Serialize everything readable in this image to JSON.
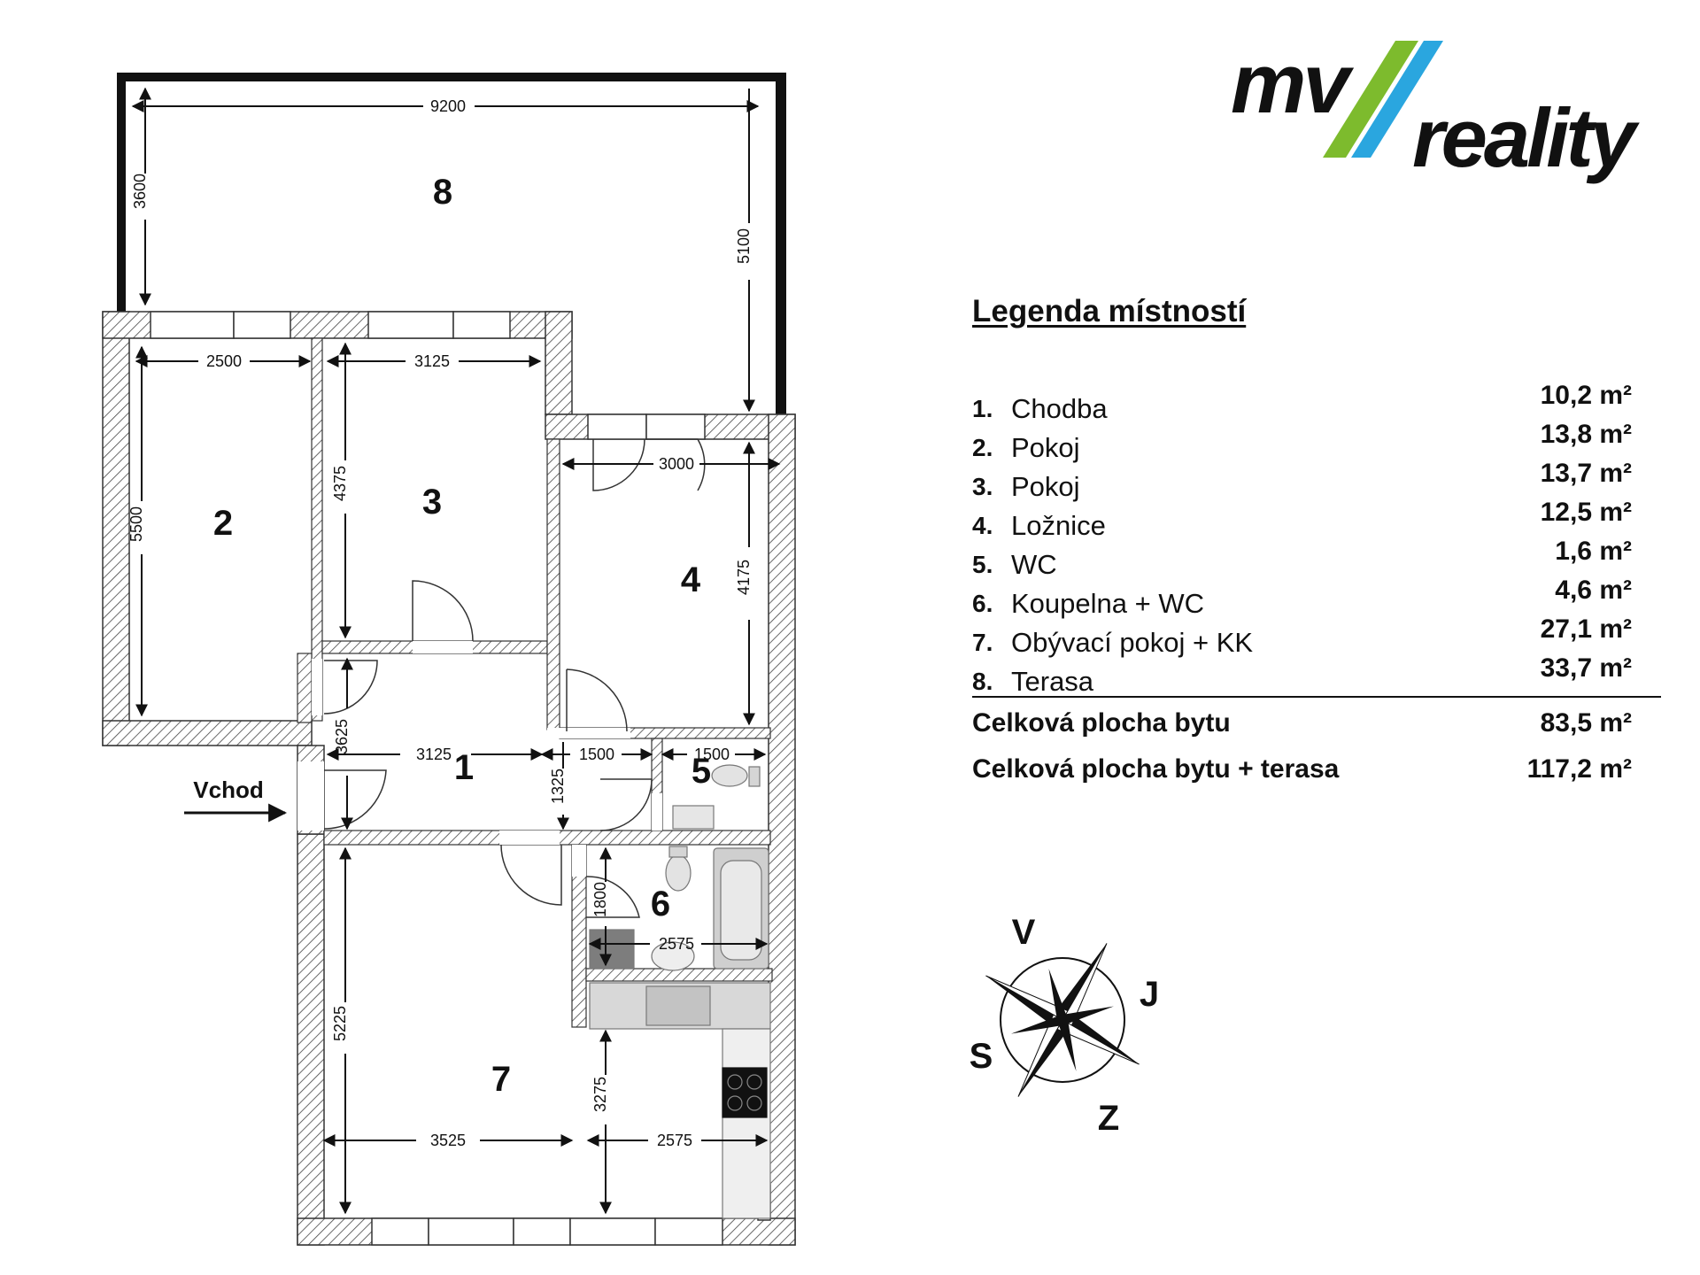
{
  "logo": {
    "brand_left": "mv",
    "brand_right": "reality",
    "stripe_green": "#7dbb2d",
    "stripe_blue": "#2aa6df"
  },
  "legend": {
    "title": "Legenda místností",
    "rooms": [
      {
        "num": "1.",
        "name": "Chodba",
        "area": "10,2 m²"
      },
      {
        "num": "2.",
        "name": "Pokoj",
        "area": "13,8 m²"
      },
      {
        "num": "3.",
        "name": "Pokoj",
        "area": "13,7 m²"
      },
      {
        "num": "4.",
        "name": "Ložnice",
        "area": "12,5 m²"
      },
      {
        "num": "5.",
        "name": "WC",
        "area": "1,6 m²"
      },
      {
        "num": "6.",
        "name": "Koupelna + WC",
        "area": "4,6 m²"
      },
      {
        "num": "7.",
        "name": "Obývací pokoj + KK",
        "area": "27,1 m²"
      },
      {
        "num": "8.",
        "name": "Terasa",
        "area": "33,7 m²"
      }
    ],
    "totals": [
      {
        "label": "Celková plocha bytu",
        "area": "83,5 m²"
      },
      {
        "label": "Celková plocha bytu + terasa",
        "area": "117,2 m²"
      }
    ]
  },
  "plan": {
    "room_numbers": [
      "1",
      "2",
      "3",
      "4",
      "5",
      "6",
      "7",
      "8"
    ],
    "dimensions": {
      "terrace_width": "9200",
      "terrace_left": "3600",
      "terrace_right": "5100",
      "room2_width": "2500",
      "room2_height": "5500",
      "room3_width": "3125",
      "room3_height": "4375",
      "room4_width": "3000",
      "room4_height": "4175",
      "hall_width": "3125",
      "hall_height": "3625",
      "hall_small": "1325",
      "passage_width": "1500",
      "wc_width": "1500",
      "bath_height": "1800",
      "bath_width": "2575",
      "living_height": "5225",
      "living_width": "3525",
      "kitchen_height": "3275",
      "kitchen_width": "2575"
    },
    "entry_label": "Vchod"
  },
  "compass": {
    "north": "V",
    "east": "J",
    "west": "S",
    "south": "Z"
  }
}
